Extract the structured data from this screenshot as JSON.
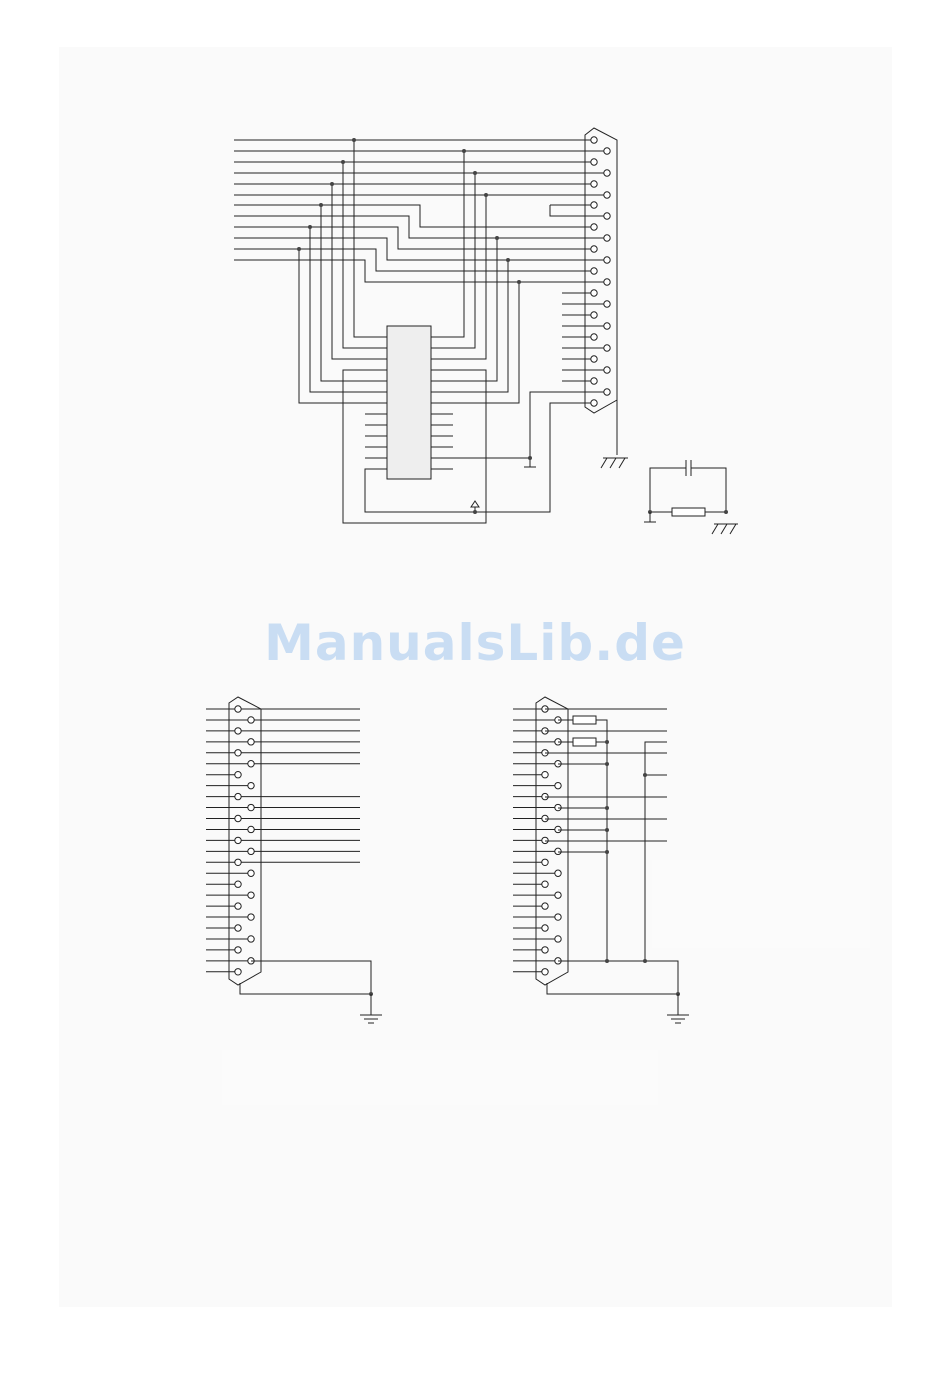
{
  "watermark": "ManualsLib.de",
  "diagram": {
    "top_connector": {
      "pins": 25
    },
    "bottom_left_connector": {
      "pins": 25
    },
    "bottom_right_connector": {
      "pins": 25
    },
    "text_labels": []
  }
}
